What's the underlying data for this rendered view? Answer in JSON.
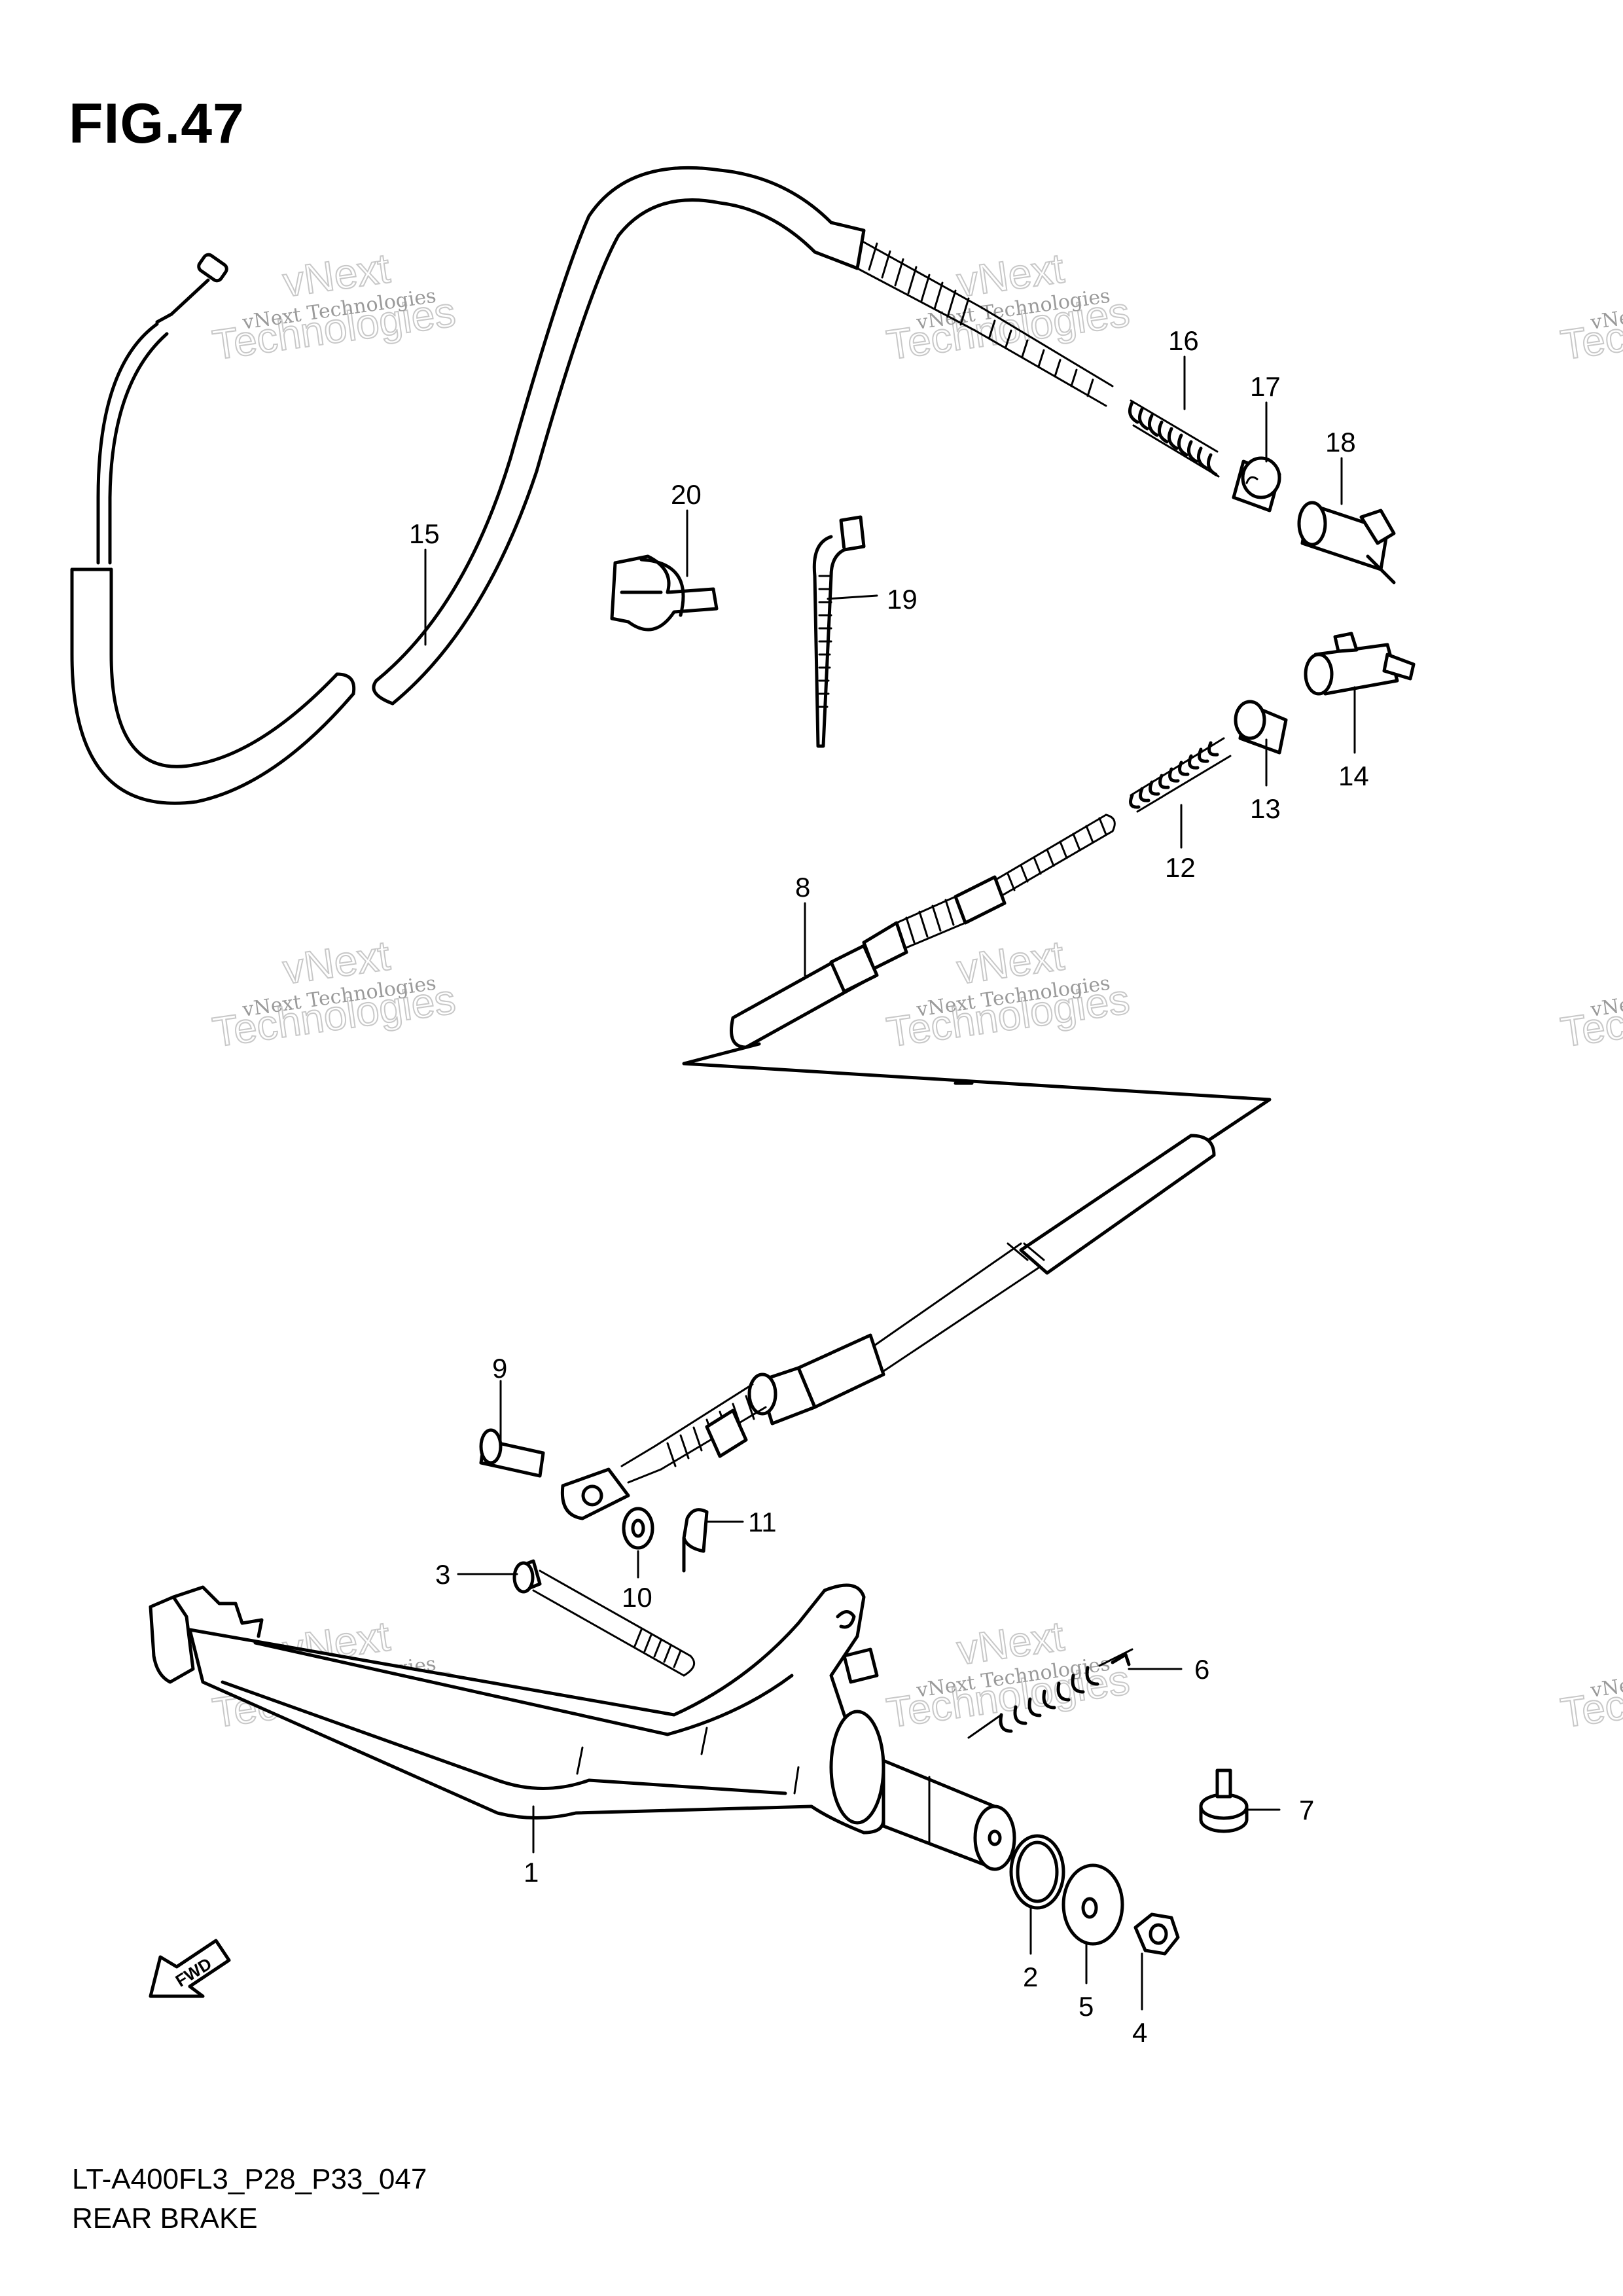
{
  "figure": {
    "title": "FIG.47",
    "code": "LT-A400FL3_P28_P33_047",
    "name": "REAR BRAKE",
    "fwd_label": "FWD"
  },
  "callouts": [
    "1",
    "2",
    "3",
    "4",
    "5",
    "6",
    "7",
    "8",
    "9",
    "10",
    "11",
    "12",
    "13",
    "14",
    "15",
    "16",
    "17",
    "18",
    "19",
    "20"
  ],
  "watermark": {
    "small": "vNext Technologies",
    "big_top": "vNext",
    "big_bottom": "Technologies"
  }
}
